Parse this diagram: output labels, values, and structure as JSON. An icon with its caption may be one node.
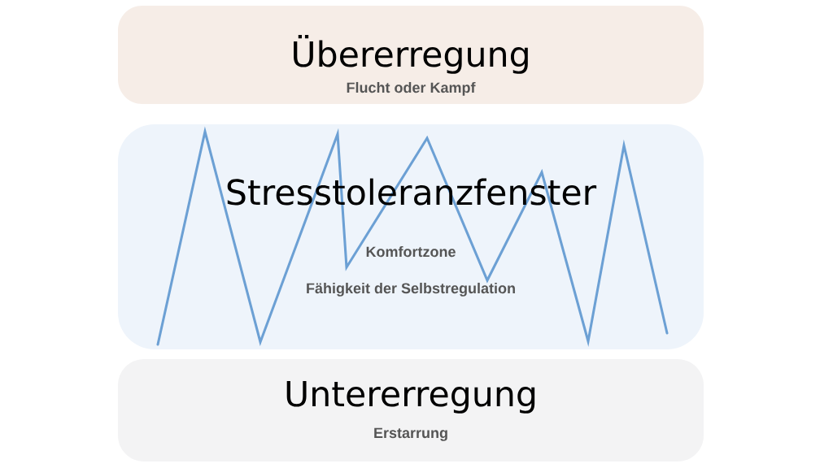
{
  "diagram": {
    "nodes": [
      {
        "text": [
          "Übererregung",
          "Flucht oder Kampf"
        ]
      },
      {
        "text": [
          "Stresstoleranzfenster",
          "Komfortzone",
          "Fähigkeit der Selbstregulation"
        ]
      },
      {
        "text": [
          "Untererregung",
          "Erstarrung"
        ]
      }
    ]
  }
}
